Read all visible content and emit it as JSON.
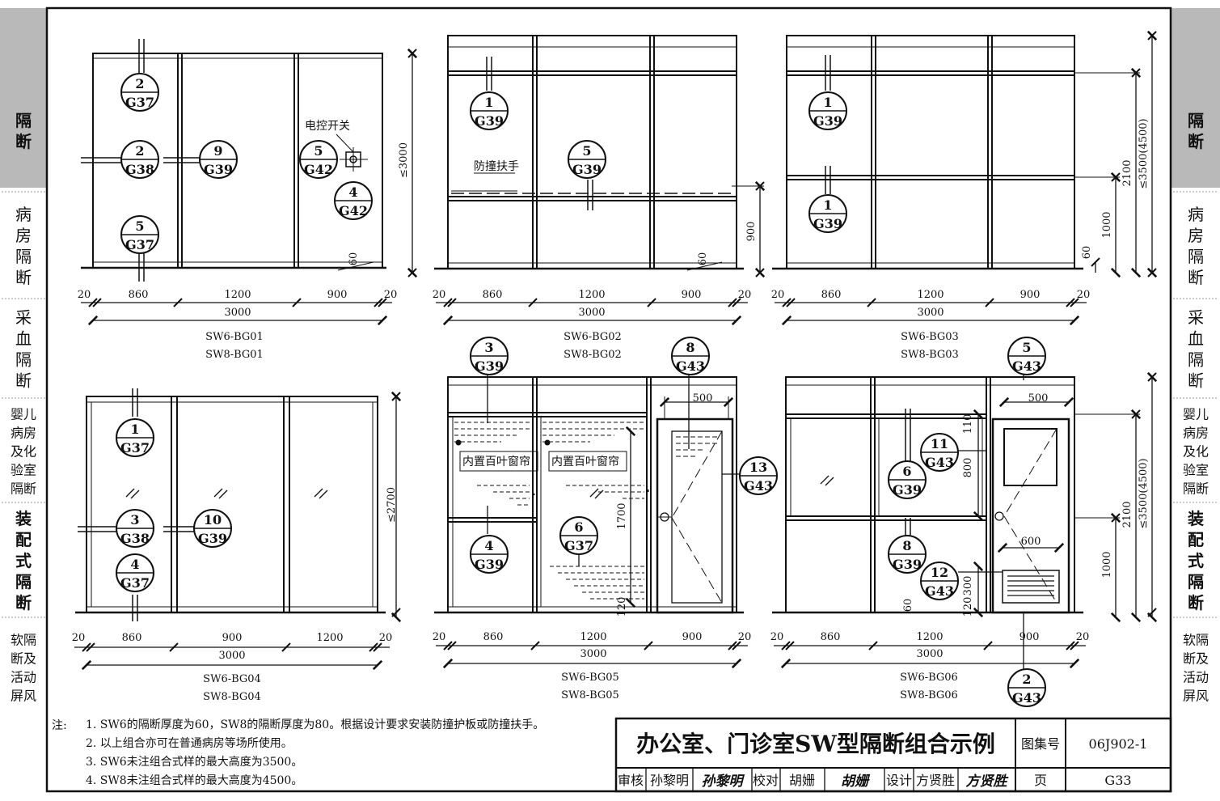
{
  "sidebar_left": [
    {
      "lines": [
        "隔",
        "断"
      ],
      "active": true
    },
    {
      "lines": [
        "病",
        "房",
        "隔",
        "断"
      ],
      "active": false
    },
    {
      "lines": [
        "采",
        "血",
        "隔",
        "断"
      ],
      "active": false
    },
    {
      "lines": [
        "婴儿",
        "病房",
        "及化",
        "验室",
        "隔断"
      ],
      "active": false
    },
    {
      "lines": [
        "装",
        "配",
        "式",
        "隔",
        "断"
      ],
      "active": true
    },
    {
      "lines": [
        "软隔",
        "断及",
        "活动",
        "屏风"
      ],
      "active": false
    }
  ],
  "sidebar_right": [
    {
      "lines": [
        "隔",
        "断"
      ],
      "active": true
    },
    {
      "lines": [
        "病",
        "房",
        "隔",
        "断"
      ],
      "active": false
    },
    {
      "lines": [
        "采",
        "血",
        "隔",
        "断"
      ],
      "active": false
    },
    {
      "lines": [
        "婴儿",
        "病房",
        "及化",
        "验室",
        "隔断"
      ],
      "active": false
    },
    {
      "lines": [
        "装",
        "配",
        "式",
        "隔",
        "断"
      ],
      "active": true
    },
    {
      "lines": [
        "软隔",
        "断及",
        "活动",
        "屏风"
      ],
      "active": false
    }
  ],
  "panels": [
    {
      "id": "BG01",
      "captions": [
        "SW6-BG01",
        "SW8-BG01"
      ],
      "dims": [
        "20",
        "860",
        "1200",
        "900",
        "20"
      ],
      "total": "3000",
      "heights": [
        "≤3000",
        "60"
      ],
      "labels": [
        "电控开关"
      ],
      "bubbles": [
        {
          "n": "2",
          "g": "G37"
        },
        {
          "n": "2",
          "g": "G38"
        },
        {
          "n": "5",
          "g": "G37"
        },
        {
          "n": "9",
          "g": "G39"
        },
        {
          "n": "5",
          "g": "G42"
        },
        {
          "n": "4",
          "g": "G42"
        }
      ]
    },
    {
      "id": "BG02",
      "captions": [
        "SW6-BG02",
        "SW8-BG02"
      ],
      "dims": [
        "20",
        "860",
        "1200",
        "900",
        "20"
      ],
      "total": "3000",
      "heights": [
        "900",
        "60"
      ],
      "labels": [
        "防撞扶手"
      ],
      "bubbles": [
        {
          "n": "1",
          "g": "G39"
        },
        {
          "n": "5",
          "g": "G39"
        }
      ]
    },
    {
      "id": "BG03",
      "captions": [
        "SW6-BG03",
        "SW8-BG03"
      ],
      "dims": [
        "20",
        "860",
        "1200",
        "900",
        "20"
      ],
      "total": "3000",
      "heights": [
        "≤3500(4500)",
        "2100",
        "1000",
        "60"
      ],
      "labels": [],
      "bubbles": [
        {
          "n": "1",
          "g": "G39"
        },
        {
          "n": "1",
          "g": "G39"
        }
      ]
    },
    {
      "id": "BG04",
      "captions": [
        "SW6-BG04",
        "SW8-BG04"
      ],
      "dims": [
        "20",
        "860",
        "900",
        "1200",
        "20"
      ],
      "total": "3000",
      "heights": [
        "≤2700"
      ],
      "labels": [],
      "bubbles": [
        {
          "n": "1",
          "g": "G37"
        },
        {
          "n": "3",
          "g": "G38"
        },
        {
          "n": "4",
          "g": "G37"
        },
        {
          "n": "10",
          "g": "G39"
        }
      ]
    },
    {
      "id": "BG05",
      "captions": [
        "SW6-BG05",
        "SW8-BG05"
      ],
      "dims": [
        "20",
        "860",
        "1200",
        "900",
        "20"
      ],
      "total": "3000",
      "heights": [
        "1700",
        "120",
        "500"
      ],
      "labels": [
        "内置百叶窗帘",
        "内置百叶窗帘"
      ],
      "bubbles": [
        {
          "n": "3",
          "g": "G39"
        },
        {
          "n": "4",
          "g": "G39"
        },
        {
          "n": "6",
          "g": "G37"
        },
        {
          "n": "8",
          "g": "G43"
        },
        {
          "n": "13",
          "g": "G43"
        }
      ]
    },
    {
      "id": "BG06",
      "captions": [
        "SW6-BG06",
        "SW8-BG06"
      ],
      "dims": [
        "20",
        "860",
        "1200",
        "900",
        "20"
      ],
      "total": "3000",
      "heights": [
        "≤3500(4500)",
        "2100",
        "1000",
        "500",
        "110",
        "800",
        "600",
        "300",
        "120",
        "60"
      ],
      "labels": [],
      "bubbles": [
        {
          "n": "5",
          "g": "G43"
        },
        {
          "n": "11",
          "g": "G43"
        },
        {
          "n": "6",
          "g": "G39"
        },
        {
          "n": "8",
          "g": "G39"
        },
        {
          "n": "12",
          "g": "G43"
        },
        {
          "n": "2",
          "g": "G43"
        }
      ]
    }
  ],
  "notes": {
    "label": "注:",
    "items": [
      "1. SW6的隔断厚度为60，SW8的隔断厚度为80。根据设计要求安装防撞护板或防撞扶手。",
      "2. 以上组合亦可在普通病房等场所使用。",
      "3. SW6未注组合式样的最大高度为3500。",
      "4. SW8未注组合式样的最大高度为4500。"
    ]
  },
  "title_block": {
    "title": "办公室、门诊室SW型隔断组合示例",
    "atlas_label": "图集号",
    "atlas_no": "06J902-1",
    "page_label": "页",
    "page_no": "G33",
    "review_label": "审核",
    "reviewer": "孙黎明",
    "reviewer_sig": "孙黎明",
    "check_label": "校对",
    "checker": "胡姗",
    "checker_sig": "胡姗",
    "design_label": "设计",
    "designer": "方贤胜",
    "designer_sig": "方贤胜"
  }
}
